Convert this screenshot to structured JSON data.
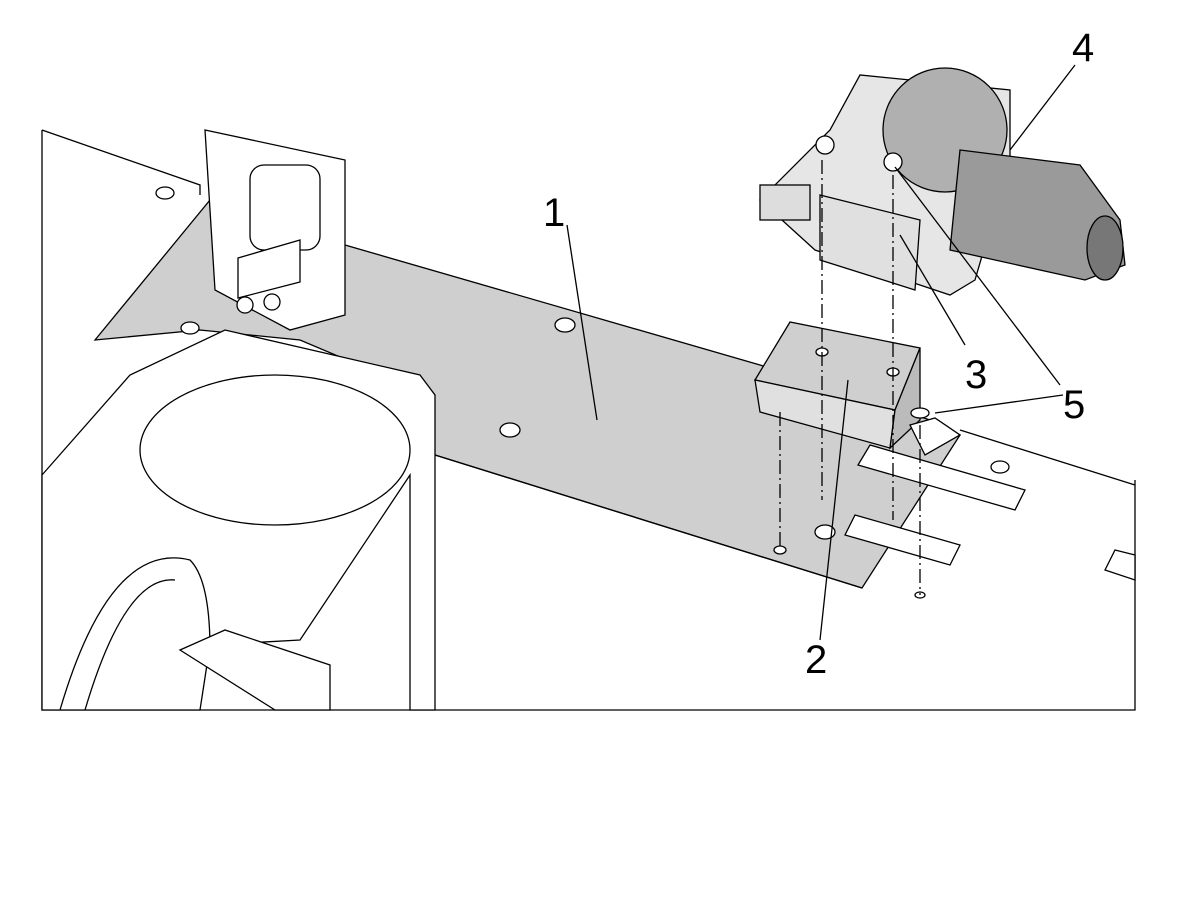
{
  "callouts": [
    {
      "label": "1",
      "part": "plate"
    },
    {
      "label": "2",
      "part": "bracket"
    },
    {
      "label": "3",
      "part": "motor-mount"
    },
    {
      "label": "4",
      "part": "motor"
    },
    {
      "label": "5",
      "part": "screw"
    }
  ],
  "colors": {
    "plate": "#cfcfcf",
    "motor": "#9a9a9a",
    "line": "#000000"
  }
}
